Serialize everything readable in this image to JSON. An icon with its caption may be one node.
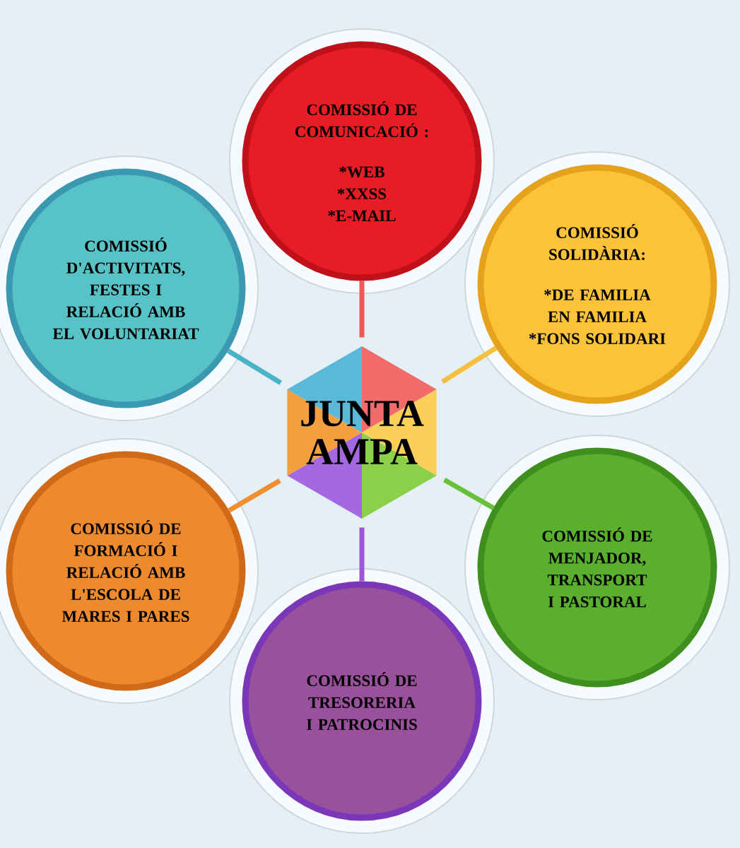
{
  "diagram": {
    "nodes": [
      {
        "text": [
          "JUNTA AMPA"
        ]
      },
      {
        "text": [
          "COMISSIÓ DE COMUNICACIÓ :",
          "*WEB",
          "*XXSS",
          "*E-MAIL"
        ]
      },
      {
        "text": [
          "COMISSIÓ SOLIDÀRIA:",
          "*DE FAMILIA EN FAMILIA",
          "*FONS SOLIDARI"
        ]
      },
      {
        "text": [
          "COMISSIÓ D'ACTIVITATS, FESTES I RELACIÓ AMB EL VOLUNTARIAT"
        ]
      },
      {
        "text": [
          "COMISSIÓ DE FORMACIÓ I RELACIÓ AMB L'ESCOLA DE MARES I PARES"
        ]
      },
      {
        "text": [
          "COMISSIÓ DE MENJADOR, TRANSPORT I PASTORAL"
        ]
      },
      {
        "text": [
          "COMISSIÓ DE TRESORERIA I PATROCINIS"
        ]
      }
    ],
    "edges": [
      {
        "from": 0,
        "to": 1,
        "arrow": "none",
        "color": "#ee5a5a"
      },
      {
        "from": 0,
        "to": 2,
        "arrow": "none",
        "color": "#f5c040"
      },
      {
        "from": 0,
        "to": 3,
        "arrow": "none",
        "color": "#4bb3c8"
      },
      {
        "from": 0,
        "to": 4,
        "arrow": "none",
        "color": "#ef8f2f"
      },
      {
        "from": 0,
        "to": 5,
        "arrow": "none",
        "color": "#69c03a"
      },
      {
        "from": 0,
        "to": 6,
        "arrow": "none",
        "color": "#9b55d8"
      }
    ]
  }
}
